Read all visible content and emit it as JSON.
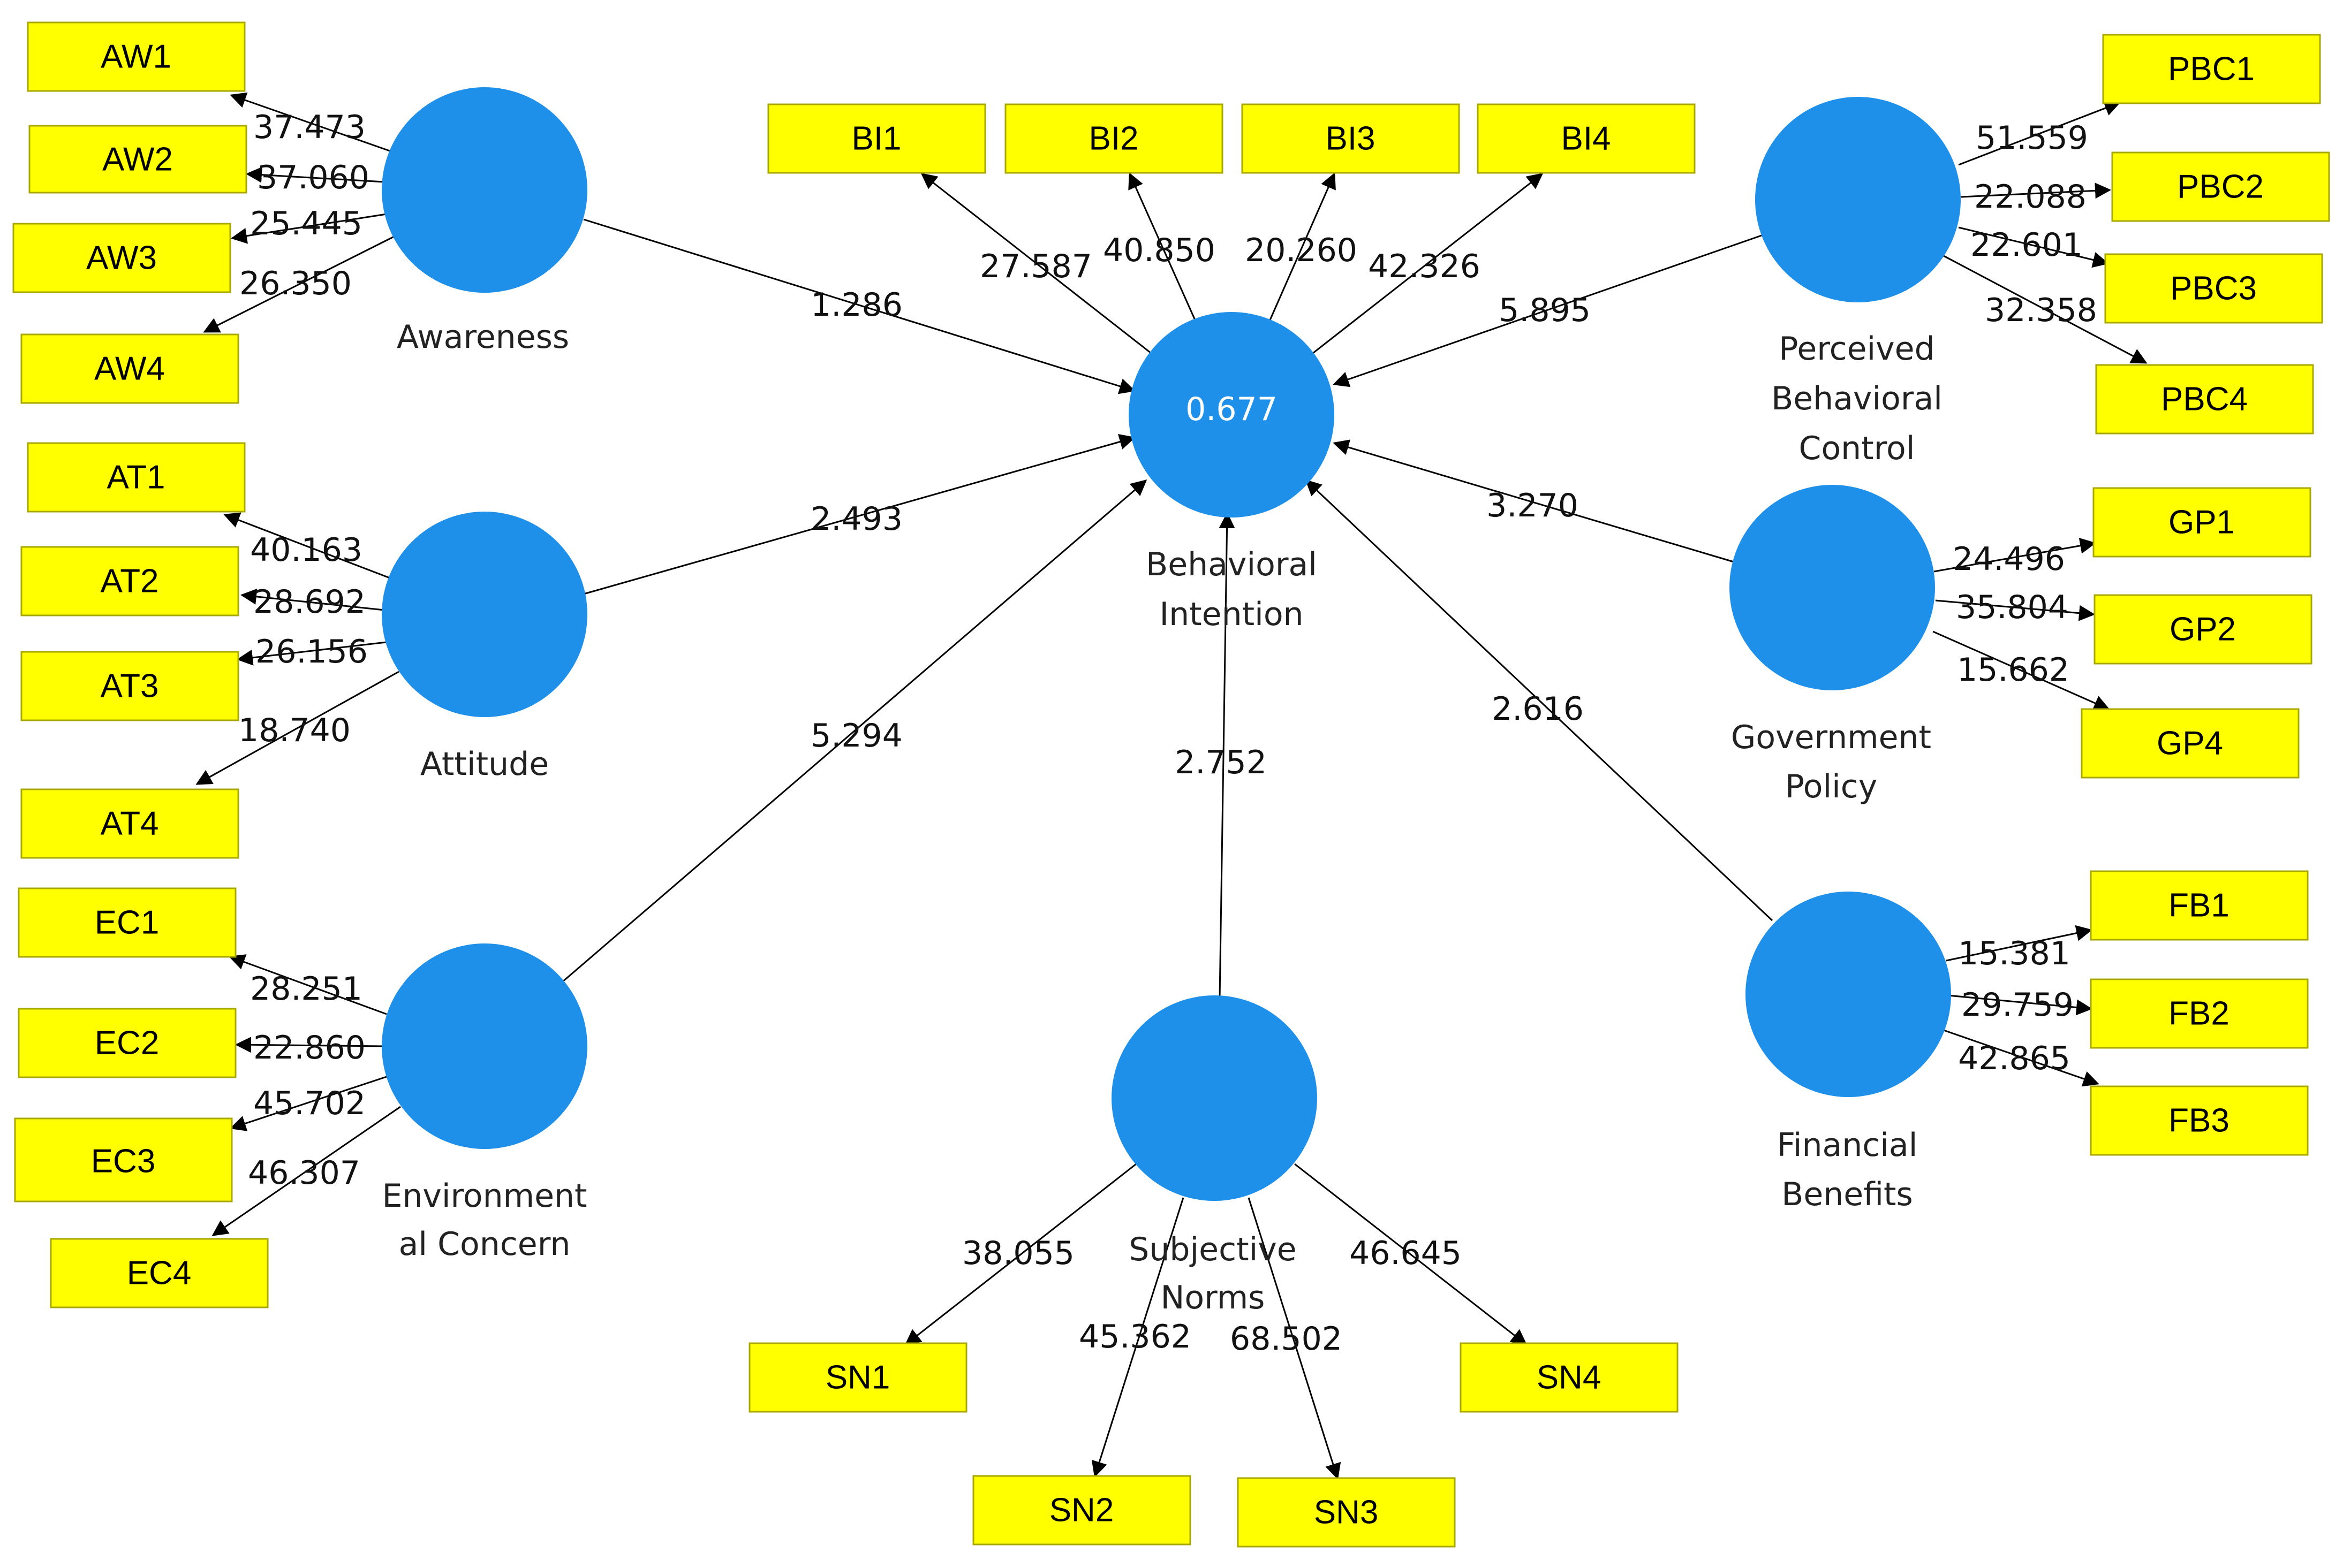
{
  "diagram": {
    "latents": {
      "awareness": {
        "label": [
          "Awareness"
        ]
      },
      "attitude": {
        "label": [
          "Attitude"
        ]
      },
      "environmental_concern": {
        "label": [
          "Environment",
          "al Concern"
        ]
      },
      "behavioral_intention": {
        "label": [
          "Behavioral",
          "Intention"
        ],
        "r_squared": "0.677"
      },
      "subjective_norms": {
        "label": [
          "Subjective",
          "Norms"
        ]
      },
      "perceived_behavioral_control": {
        "label": [
          "Perceived",
          "Behavioral",
          "Control"
        ]
      },
      "government_policy": {
        "label": [
          "Government",
          "Policy"
        ]
      },
      "financial_benefits": {
        "label": [
          "Financial",
          "Benefits"
        ]
      }
    },
    "indicators": {
      "AW1": "AW1",
      "AW2": "AW2",
      "AW3": "AW3",
      "AW4": "AW4",
      "AT1": "AT1",
      "AT2": "AT2",
      "AT3": "AT3",
      "AT4": "AT4",
      "EC1": "EC1",
      "EC2": "EC2",
      "EC3": "EC3",
      "EC4": "EC4",
      "BI1": "BI1",
      "BI2": "BI2",
      "BI3": "BI3",
      "BI4": "BI4",
      "SN1": "SN1",
      "SN2": "SN2",
      "SN3": "SN3",
      "SN4": "SN4",
      "PBC1": "PBC1",
      "PBC2": "PBC2",
      "PBC3": "PBC3",
      "PBC4": "PBC4",
      "GP1": "GP1",
      "GP2": "GP2",
      "GP4": "GP4",
      "FB1": "FB1",
      "FB2": "FB2",
      "FB3": "FB3"
    },
    "paths": {
      "awareness_bi": "1.286",
      "attitude_bi": "2.493",
      "environmental_concern_bi": "5.294",
      "subjective_norms_bi": "2.752",
      "perceived_behavioral_control_bi": "5.895",
      "government_policy_bi": "3.270",
      "financial_benefits_bi": "2.616"
    },
    "loadings": {
      "AW1": "37.473",
      "AW2": "37.060",
      "AW3": "25.445",
      "AW4": "26.350",
      "AT1": "40.163",
      "AT2": "28.692",
      "AT3": "26.156",
      "AT4": "18.740",
      "EC1": "28.251",
      "EC2": "22.860",
      "EC3": "45.702",
      "EC4": "46.307",
      "BI1": "27.587",
      "BI2": "40.850",
      "BI3": "20.260",
      "BI4": "42.326",
      "SN1": "38.055",
      "SN2": "45.362",
      "SN3": "68.502",
      "SN4": "46.645",
      "PBC1": "51.559",
      "PBC2": "22.088",
      "PBC3": "22.601",
      "PBC4": "32.358",
      "GP1": "24.496",
      "GP2": "35.804",
      "GP4": "15.662",
      "FB1": "15.381",
      "FB2": "29.759",
      "FB3": "42.865"
    },
    "colors": {
      "latent_fill": "#1e90ea",
      "indicator_fill": "#ffff00",
      "indicator_border": "#a8a800",
      "line": "#000000"
    }
  }
}
